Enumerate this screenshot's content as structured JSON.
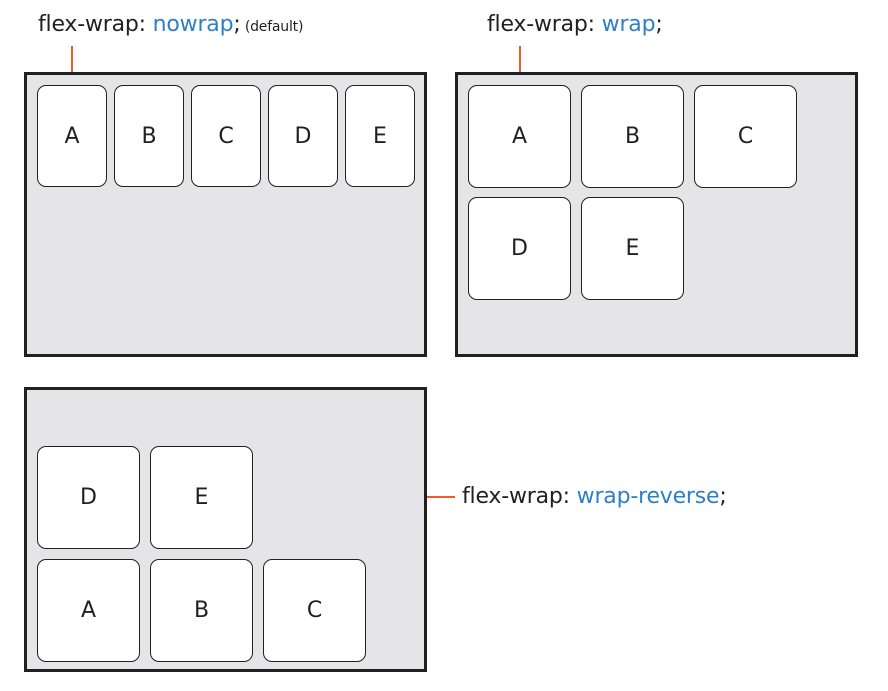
{
  "panels": {
    "nowrap": {
      "property": "flex-wrap: ",
      "value": "nowrap",
      "suffix": ";",
      "note": " (default)",
      "items": [
        "A",
        "B",
        "C",
        "D",
        "E"
      ]
    },
    "wrap": {
      "property": "flex-wrap: ",
      "value": "wrap",
      "suffix": ";",
      "items": [
        "A",
        "B",
        "C",
        "D",
        "E"
      ]
    },
    "wrap_reverse": {
      "property": "flex-wrap: ",
      "value": "wrap-reverse",
      "suffix": ";",
      "items": [
        "A",
        "B",
        "C",
        "D",
        "E"
      ]
    }
  },
  "colors": {
    "value_text": "#2f7fc1",
    "leader_line": "#f15a29",
    "container_fill": "#e5e5e8",
    "border": "#231f20"
  }
}
